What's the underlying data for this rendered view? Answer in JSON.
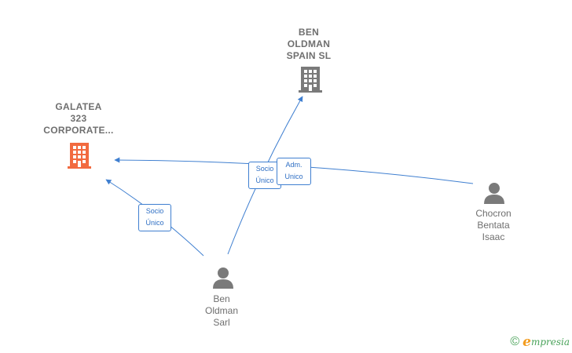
{
  "colors": {
    "edge": "#3f7fd0",
    "company_primary": "#f26a3f",
    "company": "#7a7a7a",
    "person": "#7a7a7a",
    "label_text": "#6f6f6f",
    "brand_orange": "#f39c1f",
    "brand_green": "#4aa35a"
  },
  "nodes": {
    "galatea": {
      "label": "GALATEA\n323\nCORPORATE...",
      "icon": "building-icon"
    },
    "ben_oldman_spain": {
      "label": "BEN\nOLDMAN\nSPAIN  SL",
      "icon": "building-icon"
    },
    "chocron": {
      "label": "Chocron\nBentata\nIsaac",
      "icon": "person-icon"
    },
    "ben_oldman_sarl": {
      "label": "Ben\nOldman\nSarl",
      "icon": "person-icon"
    }
  },
  "edges": {
    "sarl_to_galatea": {
      "label": "Socio\nÚnico"
    },
    "sarl_to_spain": {
      "label": "Socio\nÚnico"
    },
    "chocron_to_galatea": {
      "label": "Adm.\nUnico"
    }
  },
  "footer": {
    "copyright": "©",
    "brand_initial": "e",
    "brand_rest": "mpresia"
  }
}
